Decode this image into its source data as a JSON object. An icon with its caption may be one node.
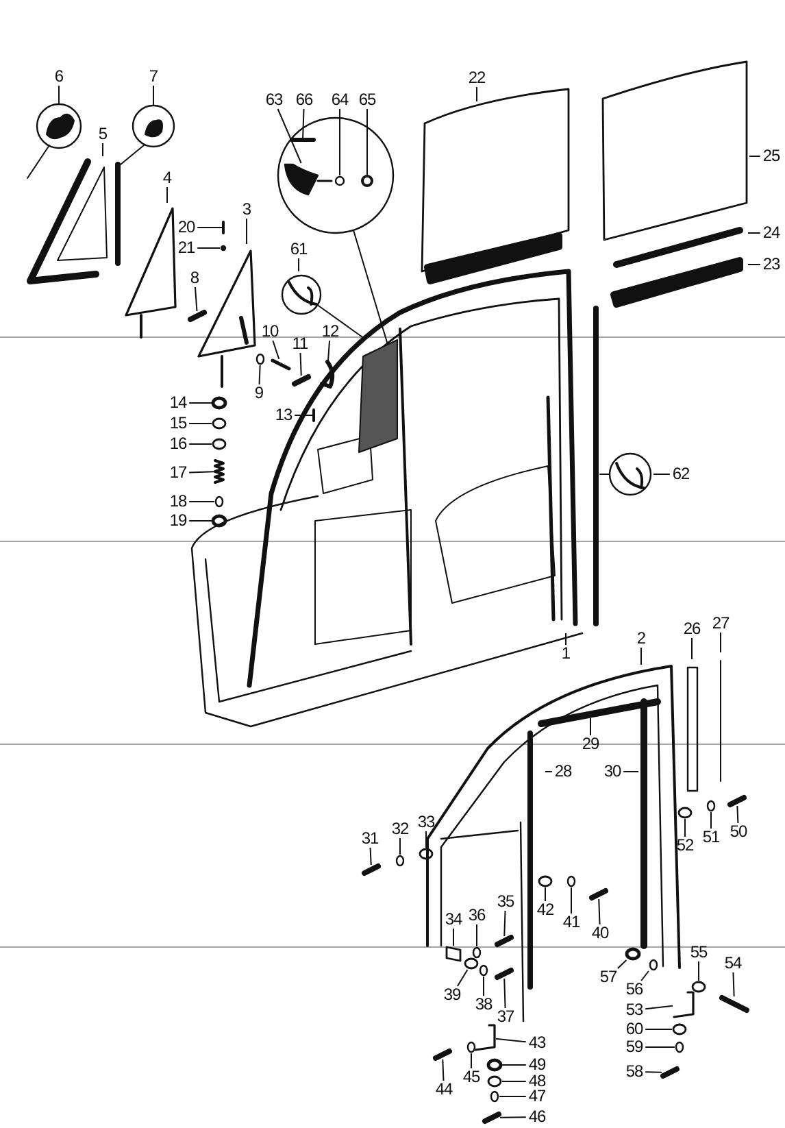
{
  "diagram": {
    "nodes": [
      {
        "text": [
          "6"
        ]
      },
      {
        "text": [
          "7"
        ]
      },
      {
        "text": [
          "63"
        ]
      },
      {
        "text": [
          "66"
        ]
      },
      {
        "text": [
          "64"
        ]
      },
      {
        "text": [
          "65"
        ]
      },
      {
        "text": [
          "22"
        ]
      },
      {
        "text": [
          "5"
        ]
      },
      {
        "text": [
          "25"
        ]
      },
      {
        "text": [
          "4"
        ]
      },
      {
        "text": [
          "3"
        ]
      },
      {
        "text": [
          "20"
        ]
      },
      {
        "text": [
          "21"
        ]
      },
      {
        "text": [
          "24"
        ]
      },
      {
        "text": [
          "23"
        ]
      },
      {
        "text": [
          "61"
        ]
      },
      {
        "text": [
          "8"
        ]
      },
      {
        "text": [
          "12"
        ]
      },
      {
        "text": [
          "10"
        ]
      },
      {
        "text": [
          "11"
        ]
      },
      {
        "text": [
          "9"
        ]
      },
      {
        "text": [
          "13"
        ]
      },
      {
        "text": [
          "14"
        ]
      },
      {
        "text": [
          "15"
        ]
      },
      {
        "text": [
          "16"
        ]
      },
      {
        "text": [
          "17"
        ]
      },
      {
        "text": [
          "18"
        ]
      },
      {
        "text": [
          "19"
        ]
      },
      {
        "text": [
          "62"
        ]
      },
      {
        "text": [
          "2"
        ]
      },
      {
        "text": [
          "1"
        ]
      },
      {
        "text": [
          "26"
        ]
      },
      {
        "text": [
          "27"
        ]
      },
      {
        "text": [
          "29"
        ]
      },
      {
        "text": [
          "28"
        ]
      },
      {
        "text": [
          "30"
        ]
      },
      {
        "text": [
          "33"
        ]
      },
      {
        "text": [
          "32"
        ]
      },
      {
        "text": [
          "31"
        ]
      },
      {
        "text": [
          "50"
        ]
      },
      {
        "text": [
          "51"
        ]
      },
      {
        "text": [
          "52"
        ]
      },
      {
        "text": [
          "42"
        ]
      },
      {
        "text": [
          "41"
        ]
      },
      {
        "text": [
          "40"
        ]
      },
      {
        "text": [
          "34"
        ]
      },
      {
        "text": [
          "36"
        ]
      },
      {
        "text": [
          "35"
        ]
      },
      {
        "text": [
          "55"
        ]
      },
      {
        "text": [
          "54"
        ]
      },
      {
        "text": [
          "57"
        ]
      },
      {
        "text": [
          "56"
        ]
      },
      {
        "text": [
          "39"
        ]
      },
      {
        "text": [
          "38"
        ]
      },
      {
        "text": [
          "37"
        ]
      },
      {
        "text": [
          "53"
        ]
      },
      {
        "text": [
          "43"
        ]
      },
      {
        "text": [
          "60"
        ]
      },
      {
        "text": [
          "59"
        ]
      },
      {
        "text": [
          "58"
        ]
      },
      {
        "text": [
          "49"
        ]
      },
      {
        "text": [
          "48"
        ]
      },
      {
        "text": [
          "47"
        ]
      },
      {
        "text": [
          "45"
        ]
      },
      {
        "text": [
          "44"
        ]
      },
      {
        "text": [
          "46"
        ]
      },
      {
        "text": [],
        "shape": "picture"
      },
      {
        "text": [],
        "shape": "picture"
      },
      {
        "text": [],
        "shape": "circle"
      },
      {
        "text": [],
        "shape": "circle"
      },
      {
        "text": [],
        "shape": "picture"
      },
      {
        "text": [],
        "shape": "circle"
      },
      {
        "text": [],
        "shape": "picture"
      },
      {
        "text": [],
        "shape": "picture"
      },
      {
        "text": [],
        "shape": "picture"
      },
      {
        "text": [],
        "shape": "picture"
      },
      {
        "text": [],
        "shape": "circle"
      },
      {
        "text": [],
        "shape": "picture"
      },
      {
        "text": [],
        "shape": "circle"
      },
      {
        "text": [],
        "shape": "circle"
      },
      {
        "text": [],
        "shape": "circle"
      },
      {
        "text": [],
        "shape": "picture"
      },
      {
        "text": [],
        "shape": "circle"
      },
      {
        "text": [],
        "shape": "circle"
      },
      {
        "text": [],
        "shape": "circle"
      },
      {
        "text": [],
        "shape": "circle"
      },
      {
        "text": [],
        "shape": "picture"
      },
      {
        "text": [],
        "shape": "picture"
      },
      {
        "text": [],
        "shape": "circle"
      },
      {
        "text": [],
        "shape": "circle"
      },
      {
        "text": [],
        "shape": "circle"
      },
      {
        "text": [],
        "shape": "circle"
      },
      {
        "text": [],
        "shape": "picture"
      },
      {
        "text": [],
        "shape": "box"
      },
      {
        "text": [],
        "shape": "circle"
      },
      {
        "text": [],
        "shape": "picture"
      },
      {
        "text": [],
        "shape": "circle"
      },
      {
        "text": [],
        "shape": "picture"
      },
      {
        "text": [],
        "shape": "circle"
      },
      {
        "text": [],
        "shape": "circle"
      },
      {
        "text": [],
        "shape": "circle"
      },
      {
        "text": [],
        "shape": "circle"
      },
      {
        "text": [],
        "shape": "picture"
      },
      {
        "text": [],
        "shape": "picture"
      },
      {
        "text": [],
        "shape": "picture"
      },
      {
        "text": [],
        "shape": "circle"
      },
      {
        "text": [],
        "shape": "circle"
      },
      {
        "text": [],
        "shape": "picture"
      },
      {
        "text": [],
        "shape": "circle"
      },
      {
        "text": [],
        "shape": "circle"
      },
      {
        "text": [],
        "shape": "circle"
      },
      {
        "text": [],
        "shape": "circle"
      },
      {
        "text": [],
        "shape": "picture"
      },
      {
        "text": [],
        "shape": "picture"
      }
    ],
    "edges": [
      {
        "from": 0,
        "to": null,
        "arrow": "none"
      },
      {
        "from": 1,
        "to": null,
        "arrow": "none"
      },
      {
        "from": 2,
        "to": 66,
        "arrow": "none"
      },
      {
        "from": 3,
        "to": 67,
        "arrow": "none"
      },
      {
        "from": 4,
        "to": 68,
        "arrow": "none"
      },
      {
        "from": 5,
        "to": 69,
        "arrow": "none"
      },
      {
        "from": 6,
        "to": null,
        "arrow": "none"
      },
      {
        "from": 7,
        "to": null,
        "arrow": "none"
      },
      {
        "from": 8,
        "to": null,
        "arrow": "none"
      },
      {
        "from": 9,
        "to": null,
        "arrow": "none"
      },
      {
        "from": 10,
        "to": null,
        "arrow": "none"
      },
      {
        "from": 11,
        "to": 70,
        "arrow": "none"
      },
      {
        "from": 12,
        "to": 71,
        "arrow": "none"
      },
      {
        "from": 13,
        "to": null,
        "arrow": "none"
      },
      {
        "from": 14,
        "to": null,
        "arrow": "none"
      },
      {
        "from": 15,
        "to": null,
        "arrow": "none"
      },
      {
        "from": 16,
        "to": 72,
        "arrow": "none"
      },
      {
        "from": 17,
        "to": 73,
        "arrow": "none"
      },
      {
        "from": 18,
        "to": 74,
        "arrow": "none"
      },
      {
        "from": 19,
        "to": 75,
        "arrow": "none"
      },
      {
        "from": 20,
        "to": 76,
        "arrow": "none"
      },
      {
        "from": 21,
        "to": 77,
        "arrow": "none"
      },
      {
        "from": 22,
        "to": 78,
        "arrow": "none"
      },
      {
        "from": 23,
        "to": 79,
        "arrow": "none"
      },
      {
        "from": 24,
        "to": 80,
        "arrow": "none"
      },
      {
        "from": 25,
        "to": 81,
        "arrow": "none"
      },
      {
        "from": 26,
        "to": 82,
        "arrow": "none"
      },
      {
        "from": 27,
        "to": 83,
        "arrow": "none"
      },
      {
        "from": 28,
        "to": null,
        "arrow": "none"
      },
      {
        "from": 29,
        "to": null,
        "arrow": "none"
      },
      {
        "from": 30,
        "to": null,
        "arrow": "none"
      },
      {
        "from": 31,
        "to": null,
        "arrow": "none"
      },
      {
        "from": 32,
        "to": null,
        "arrow": "none"
      },
      {
        "from": 33,
        "to": null,
        "arrow": "none"
      },
      {
        "from": 34,
        "to": null,
        "arrow": "none"
      },
      {
        "from": 35,
        "to": null,
        "arrow": "none"
      },
      {
        "from": 36,
        "to": 84,
        "arrow": "none"
      },
      {
        "from": 37,
        "to": 85,
        "arrow": "none"
      },
      {
        "from": 38,
        "to": 86,
        "arrow": "none"
      },
      {
        "from": 39,
        "to": 87,
        "arrow": "none"
      },
      {
        "from": 40,
        "to": 88,
        "arrow": "none"
      },
      {
        "from": 41,
        "to": 89,
        "arrow": "none"
      },
      {
        "from": 42,
        "to": 90,
        "arrow": "none"
      },
      {
        "from": 43,
        "to": 91,
        "arrow": "none"
      },
      {
        "from": 44,
        "to": 92,
        "arrow": "none"
      },
      {
        "from": 45,
        "to": 93,
        "arrow": "none"
      },
      {
        "from": 46,
        "to": 94,
        "arrow": "none"
      },
      {
        "from": 47,
        "to": 95,
        "arrow": "none"
      },
      {
        "from": 48,
        "to": 96,
        "arrow": "none"
      },
      {
        "from": 49,
        "to": 97,
        "arrow": "none"
      },
      {
        "from": 50,
        "to": 98,
        "arrow": "none"
      },
      {
        "from": 51,
        "to": 99,
        "arrow": "none"
      },
      {
        "from": 52,
        "to": 100,
        "arrow": "none"
      },
      {
        "from": 53,
        "to": 101,
        "arrow": "none"
      },
      {
        "from": 54,
        "to": 102,
        "arrow": "none"
      },
      {
        "from": 55,
        "to": 103,
        "arrow": "none"
      },
      {
        "from": 56,
        "to": 104,
        "arrow": "none"
      },
      {
        "from": 57,
        "to": 105,
        "arrow": "none"
      },
      {
        "from": 58,
        "to": 106,
        "arrow": "none"
      },
      {
        "from": 59,
        "to": 107,
        "arrow": "none"
      },
      {
        "from": 60,
        "to": 108,
        "arrow": "none"
      },
      {
        "from": 61,
        "to": 109,
        "arrow": "none"
      },
      {
        "from": 62,
        "to": 110,
        "arrow": "none"
      },
      {
        "from": 63,
        "to": 111,
        "arrow": "none"
      },
      {
        "from": 64,
        "to": 112,
        "arrow": "none"
      },
      {
        "from": 65,
        "to": 113,
        "arrow": "none"
      }
    ]
  }
}
